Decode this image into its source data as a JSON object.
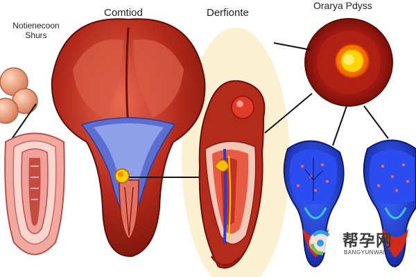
{
  "labels": {
    "left_line1": "Notienecoon",
    "left_line2": "Shurs",
    "middle": "Comtiod",
    "right": "Derfionte",
    "top_right": "Orarya Pdyss"
  },
  "watermark": {
    "chinese": "帮孕网",
    "english": "BANGYUNWANG"
  },
  "colors": {
    "background": "#ffffff",
    "tissue_dark_red": "#8e1b12",
    "tissue_red": "#c23a2a",
    "pink": "#f2a6a0",
    "blue": "#1f3fd8",
    "yellow": "#f6d400",
    "cream_backdrop": "#fbf1d2"
  }
}
